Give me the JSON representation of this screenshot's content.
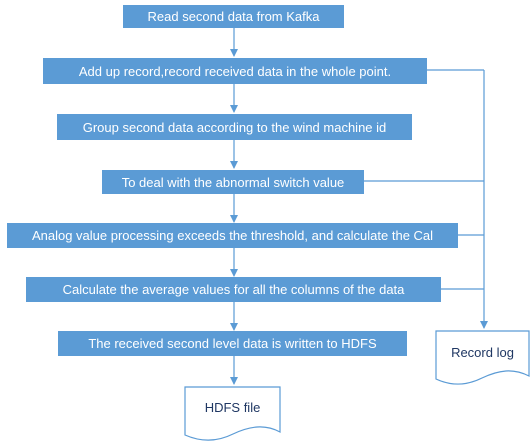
{
  "steps": [
    "Read second data from Kafka",
    "Add up record,record received data in the whole point.",
    "Group second data according to the wind machine id",
    "To deal with the abnormal switch value",
    "Analog value processing exceeds the threshold, and calculate the Cal",
    "Calculate the average values for all the columns of the data",
    "The received second level data is written to HDFS"
  ],
  "outputs": {
    "hdfs_file": "HDFS file",
    "record_log": "Record log"
  },
  "colors": {
    "box_fill": "#5b9bd5",
    "box_text": "#ffffff",
    "arrow": "#5b9bd5",
    "document_stroke": "#5b9bd5",
    "document_text": "#1f3763"
  }
}
